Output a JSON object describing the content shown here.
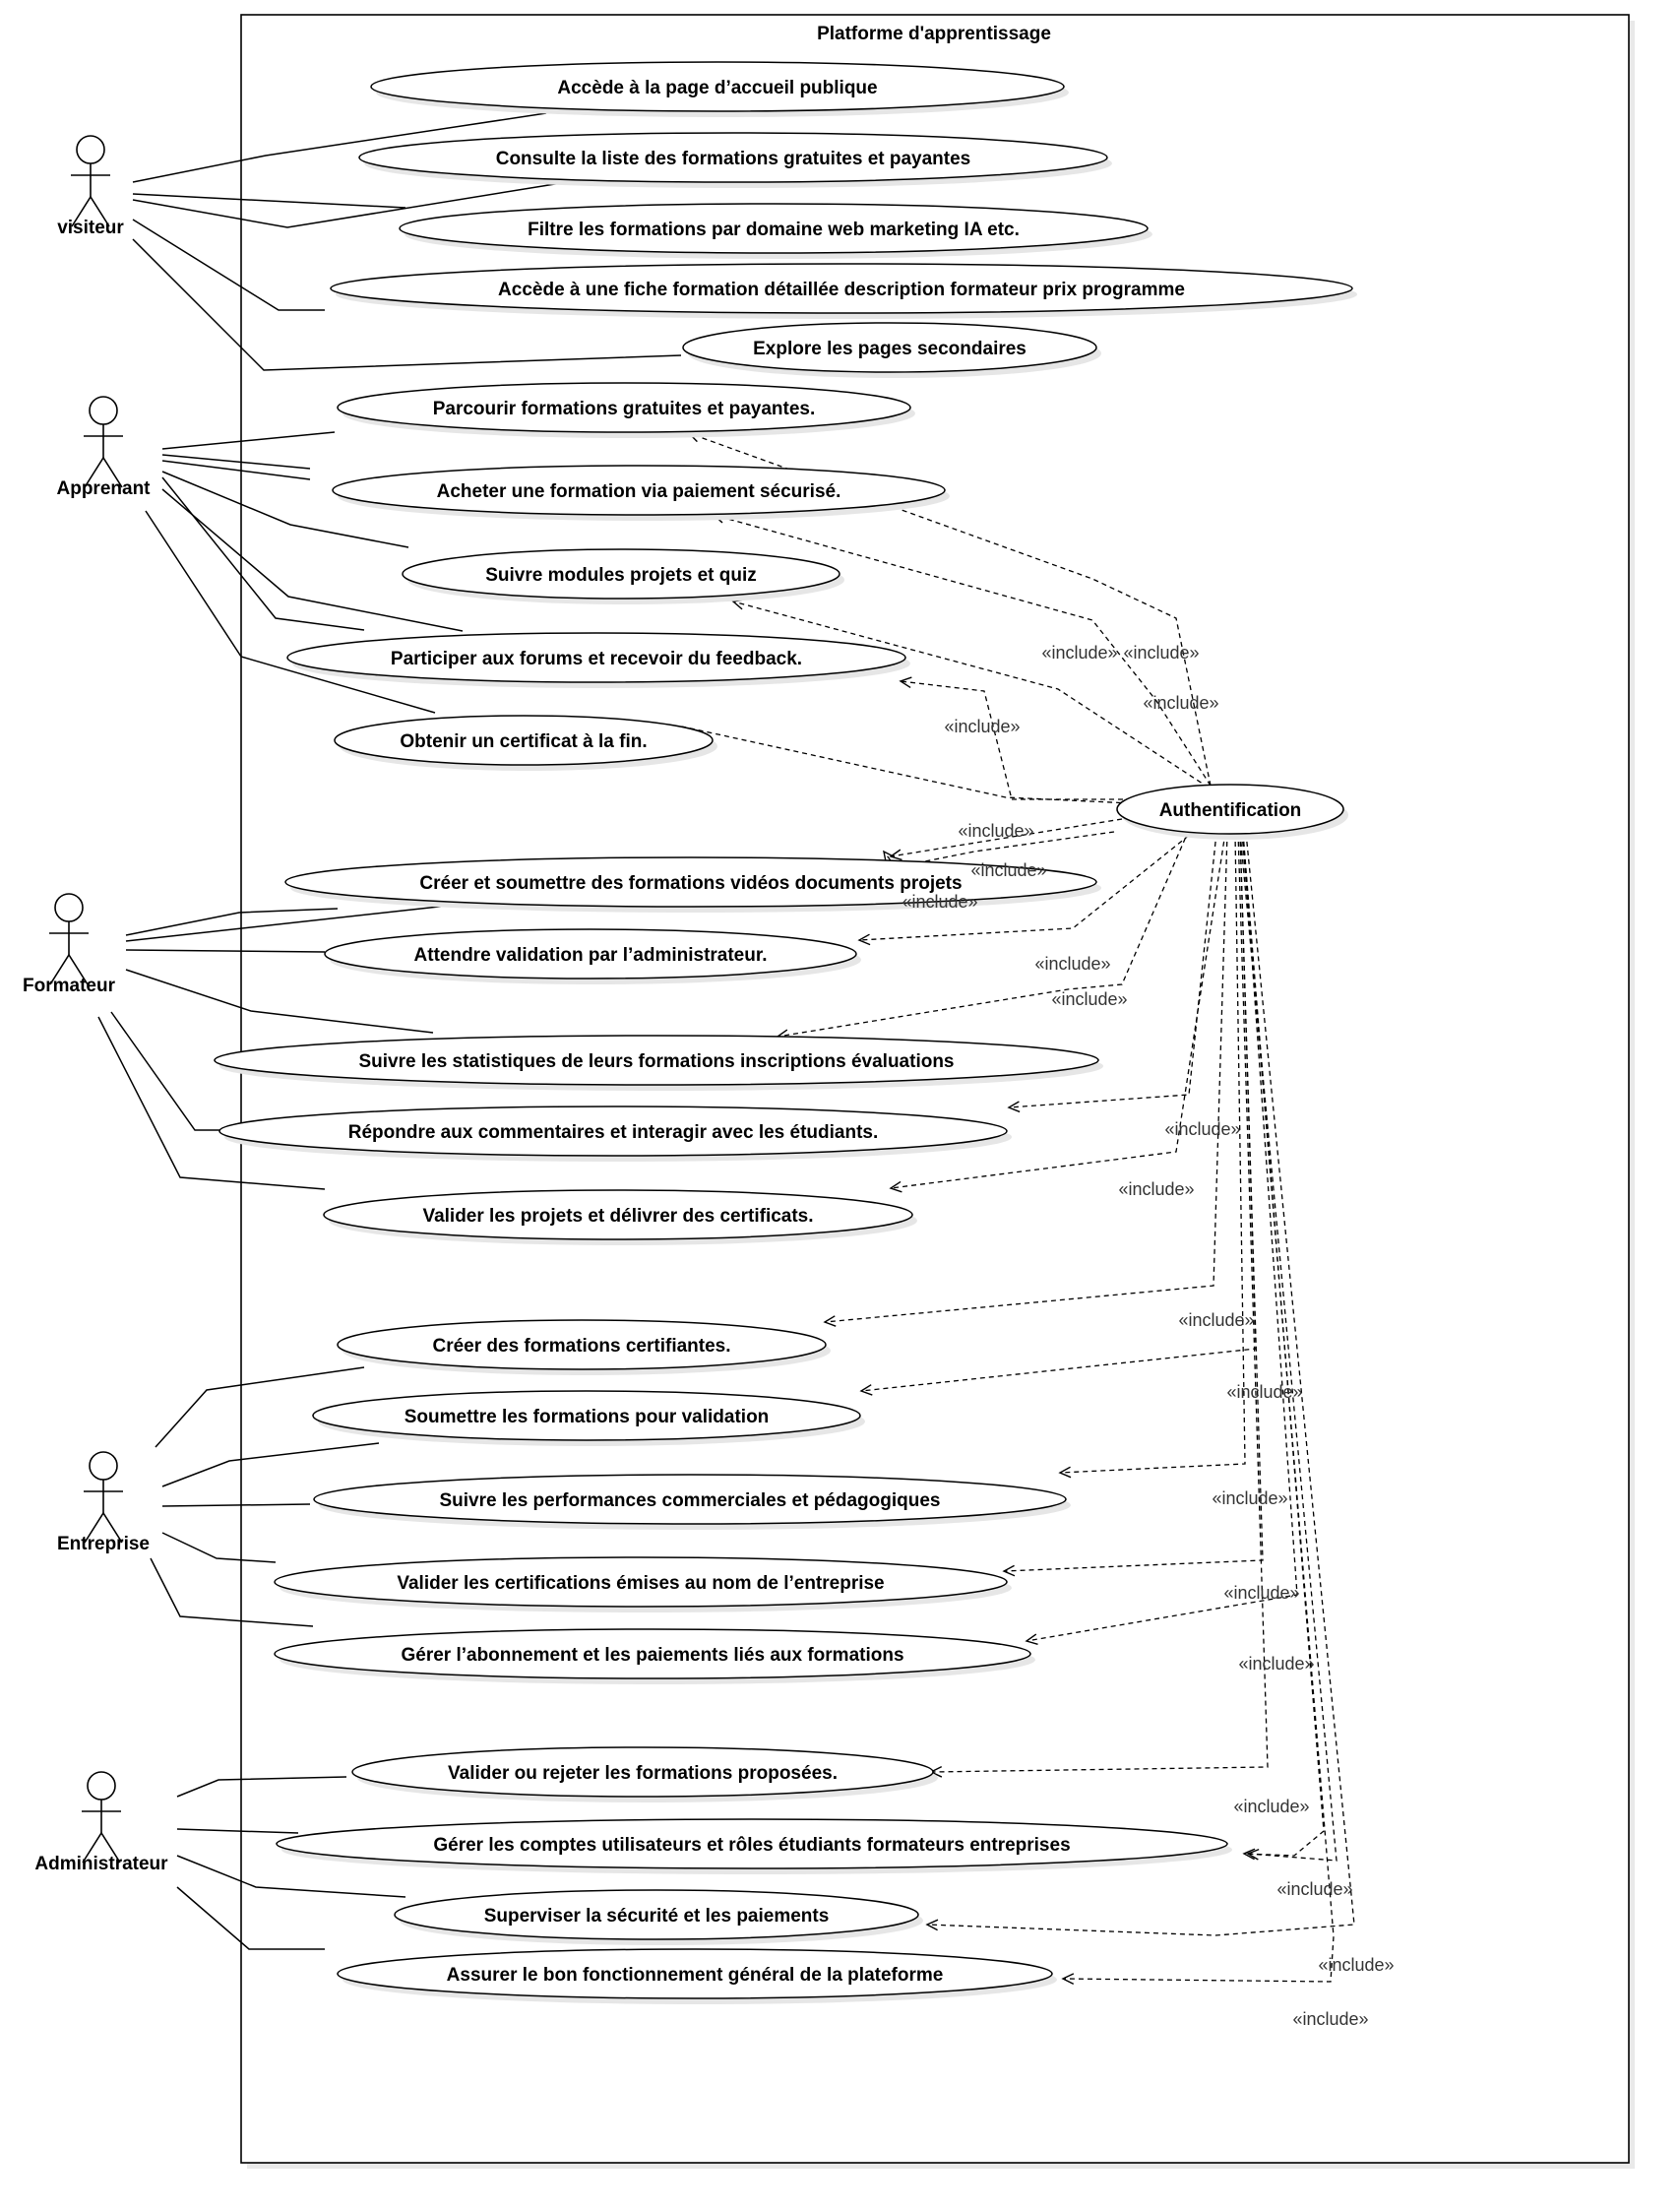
{
  "system": {
    "title": "Platforme d'apprentissage"
  },
  "auth_use_case": "Authentification",
  "include_label": "«include»",
  "actors": [
    {
      "id": "visiteur",
      "name": "visiteur",
      "use_cases": [
        "Accède à la page d’accueil publique",
        "Consulte la liste des formations gratuites et payantes",
        "Filtre les formations par domaine web marketing IA etc.",
        "Accède à une fiche formation détaillée description formateur prix programme",
        "Explore les pages secondaires"
      ]
    },
    {
      "id": "apprenant",
      "name": "Apprenant",
      "use_cases": [
        "Parcourir formations gratuites et payantes.",
        "Acheter une formation via paiement sécurisé.",
        "Suivre modules projets et quiz",
        "Participer aux forums et recevoir du feedback.",
        "Obtenir un certificat à la fin."
      ]
    },
    {
      "id": "formateur",
      "name": "Formateur",
      "use_cases": [
        "Créer et soumettre des formations vidéos documents projets",
        "Attendre validation par l’administrateur.",
        "Suivre les statistiques de leurs formations inscriptions évaluations",
        "Répondre aux commentaires et interagir avec les étudiants.",
        "Valider les projets et délivrer des certificats."
      ]
    },
    {
      "id": "entreprise",
      "name": "Entreprise",
      "use_cases": [
        "Créer des formations certifiantes.",
        "Soumettre les formations pour validation",
        "Suivre les performances commerciales et pédagogiques",
        "Valider les certifications émises au nom de l’entreprise",
        "Gérer l’abonnement et les paiements liés aux formations"
      ]
    },
    {
      "id": "administrateur",
      "name": "Administrateur",
      "use_cases": [
        "Valider ou rejeter les formations proposées.",
        "Gérer les comptes utilisateurs et rôles étudiants formateurs entreprises",
        "Superviser la sécurité et les paiements",
        "Assurer le bon fonctionnement général de la plateforme"
      ]
    }
  ]
}
